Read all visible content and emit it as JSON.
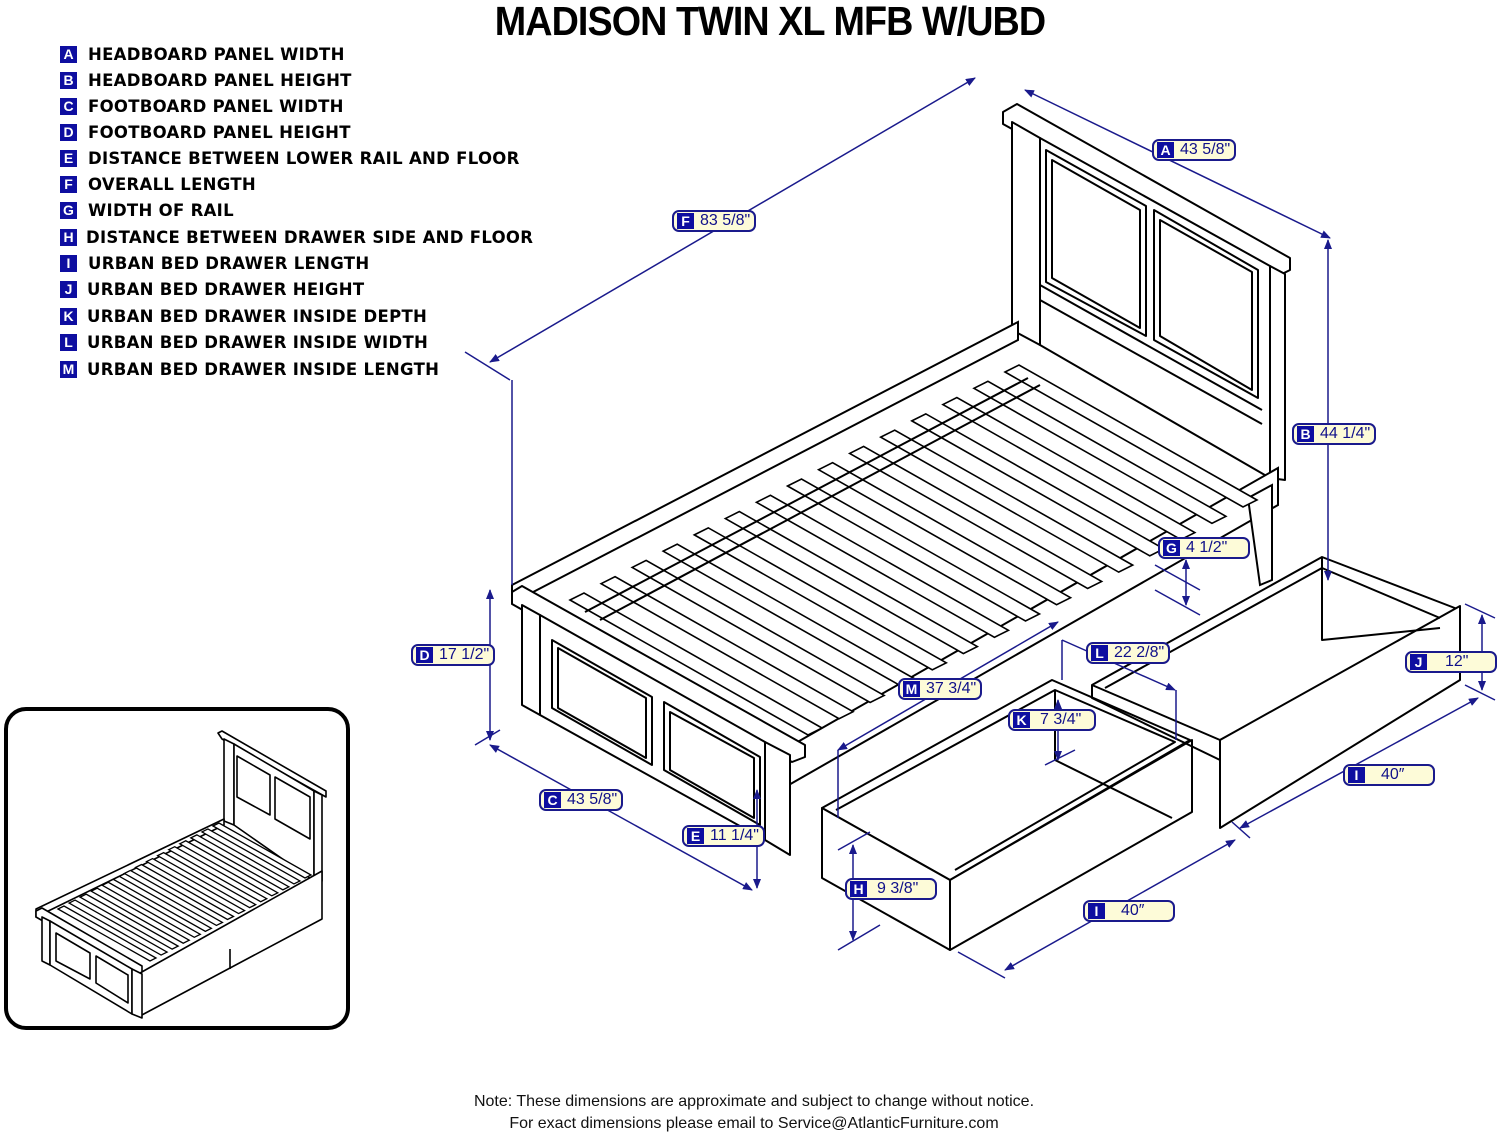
{
  "title": "MADISON TWIN XL MFB W/UBD",
  "legend": [
    {
      "key": "A",
      "label": "HEADBOARD PANEL WIDTH"
    },
    {
      "key": "B",
      "label": "HEADBOARD PANEL HEIGHT"
    },
    {
      "key": "C",
      "label": "FOOTBOARD PANEL WIDTH"
    },
    {
      "key": "D",
      "label": "FOOTBOARD PANEL HEIGHT"
    },
    {
      "key": "E",
      "label": "DISTANCE BETWEEN LOWER RAIL AND FLOOR"
    },
    {
      "key": "F",
      "label": "OVERALL LENGTH"
    },
    {
      "key": "G",
      "label": "WIDTH OF RAIL"
    },
    {
      "key": "H",
      "label": "DISTANCE BETWEEN DRAWER SIDE AND FLOOR"
    },
    {
      "key": "I",
      "label": "URBAN BED DRAWER LENGTH"
    },
    {
      "key": "J",
      "label": "URBAN BED DRAWER HEIGHT"
    },
    {
      "key": "K",
      "label": "URBAN BED DRAWER INSIDE DEPTH"
    },
    {
      "key": "L",
      "label": "URBAN BED DRAWER INSIDE WIDTH"
    },
    {
      "key": "M",
      "label": "URBAN BED DRAWER INSIDE LENGTH"
    }
  ],
  "dimensions": {
    "A": {
      "key": "A",
      "value": "43 5/8\""
    },
    "B": {
      "key": "B",
      "value": "44 1/4\""
    },
    "C": {
      "key": "C",
      "value": "43 5/8\""
    },
    "D": {
      "key": "D",
      "value": "17 1/2\""
    },
    "E": {
      "key": "E",
      "value": "11 1/4\""
    },
    "F": {
      "key": "F",
      "value": "83 5/8\""
    },
    "G": {
      "key": "G",
      "value": "4 1/2\""
    },
    "H": {
      "key": "H",
      "value": "9 3/8\""
    },
    "I1": {
      "key": "I",
      "value": "40″"
    },
    "I2": {
      "key": "I",
      "value": "40″"
    },
    "J": {
      "key": "J",
      "value": "12\""
    },
    "K": {
      "key": "K",
      "value": "7 3/4\""
    },
    "L": {
      "key": "L",
      "value": "22 2/8\""
    },
    "M": {
      "key": "M",
      "value": "37 3/4\""
    }
  },
  "colors": {
    "accent": "#0e0ea0",
    "tag_bg": "#fdfbd8",
    "dim_line": "#1a1a8c"
  },
  "note": {
    "line1": "Note:  These dimensions are approximate and subject to change without notice.",
    "line2": "For exact dimensions please email to Service@AtlanticFurniture.com"
  }
}
